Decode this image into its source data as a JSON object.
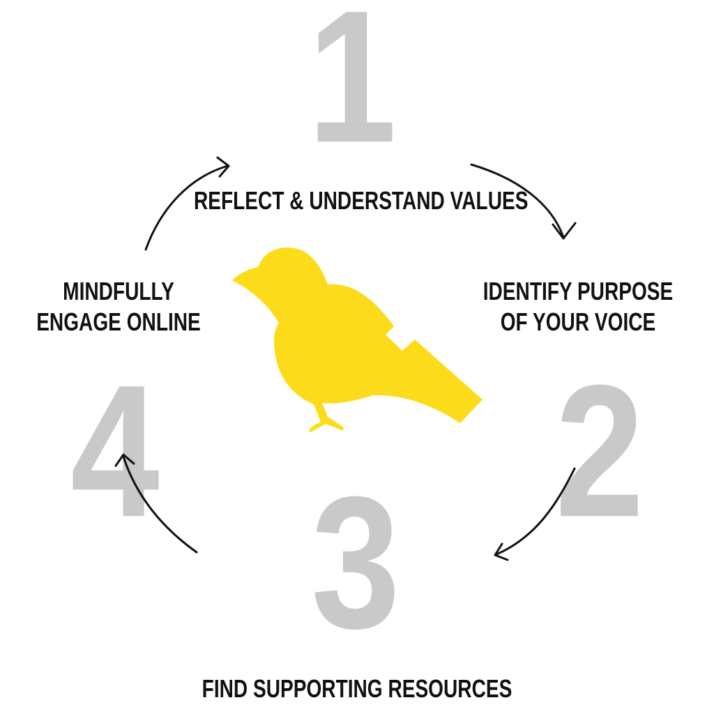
{
  "steps": [
    {
      "number": "1",
      "label": "REFLECT & UNDERSTAND VALUES"
    },
    {
      "number": "2",
      "label_lines": [
        "IDENTIFY PURPOSE",
        "OF YOUR VOICE"
      ]
    },
    {
      "number": "3",
      "label": "FIND SUPPORTING RESOURCES"
    },
    {
      "number": "4",
      "label_lines": [
        "MINDFULLY",
        "ENGAGE ONLINE"
      ]
    }
  ],
  "colors": {
    "bird": "#FCDC1A",
    "numbers": "#C9C9C9",
    "text": "#111111"
  }
}
